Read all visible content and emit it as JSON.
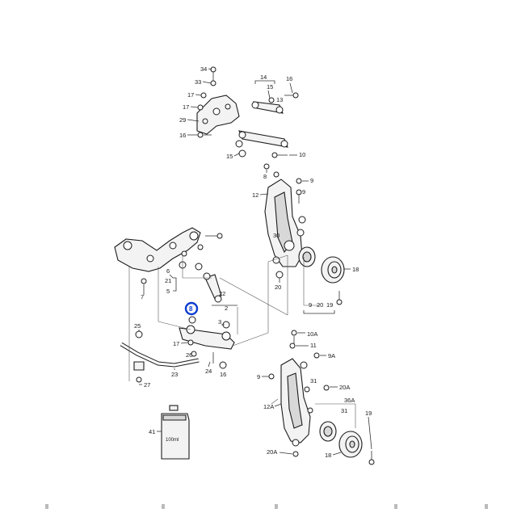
{
  "diagram": {
    "highlighted_part": "8",
    "labels": [
      {
        "id": "34",
        "text": "34"
      },
      {
        "id": "33",
        "text": "33"
      },
      {
        "id": "17a",
        "text": "17"
      },
      {
        "id": "17b",
        "text": "17"
      },
      {
        "id": "29",
        "text": "29"
      },
      {
        "id": "16a",
        "text": "16"
      },
      {
        "id": "14",
        "text": "14"
      },
      {
        "id": "15a",
        "text": "15"
      },
      {
        "id": "16b",
        "text": "16"
      },
      {
        "id": "13",
        "text": "13"
      },
      {
        "id": "15b",
        "text": "15"
      },
      {
        "id": "10",
        "text": "10"
      },
      {
        "id": "8a",
        "text": "8"
      },
      {
        "id": "9a",
        "text": "9"
      },
      {
        "id": "9b",
        "text": "9"
      },
      {
        "id": "12",
        "text": "12"
      },
      {
        "id": "30",
        "text": "30"
      },
      {
        "id": "18a",
        "text": "18"
      },
      {
        "id": "20",
        "text": "20"
      },
      {
        "id": "9c",
        "text": "9"
      },
      {
        "id": "20b",
        "text": "20"
      },
      {
        "id": "19",
        "text": "19"
      },
      {
        "id": "6",
        "text": "6"
      },
      {
        "id": "21",
        "text": "21"
      },
      {
        "id": "5",
        "text": "5"
      },
      {
        "id": "7",
        "text": "7"
      },
      {
        "id": "22",
        "text": "22"
      },
      {
        "id": "2",
        "text": "2"
      },
      {
        "id": "3",
        "text": "3"
      },
      {
        "id": "25",
        "text": "25"
      },
      {
        "id": "17c",
        "text": "17"
      },
      {
        "id": "26",
        "text": "26"
      },
      {
        "id": "24",
        "text": "24"
      },
      {
        "id": "16c",
        "text": "16"
      },
      {
        "id": "23",
        "text": "23"
      },
      {
        "id": "27",
        "text": "27"
      },
      {
        "id": "10A",
        "text": "10A"
      },
      {
        "id": "11",
        "text": "11"
      },
      {
        "id": "9A",
        "text": "9A"
      },
      {
        "id": "9d",
        "text": "9"
      },
      {
        "id": "31",
        "text": "31"
      },
      {
        "id": "20A",
        "text": "20A"
      },
      {
        "id": "12A",
        "text": "12A"
      },
      {
        "id": "36A",
        "text": "36A"
      },
      {
        "id": "31b",
        "text": "31"
      },
      {
        "id": "19b",
        "text": "19"
      },
      {
        "id": "20A2",
        "text": "20A"
      },
      {
        "id": "18b",
        "text": "18"
      },
      {
        "id": "41",
        "text": "41"
      }
    ],
    "bottle_label": "100ml"
  }
}
